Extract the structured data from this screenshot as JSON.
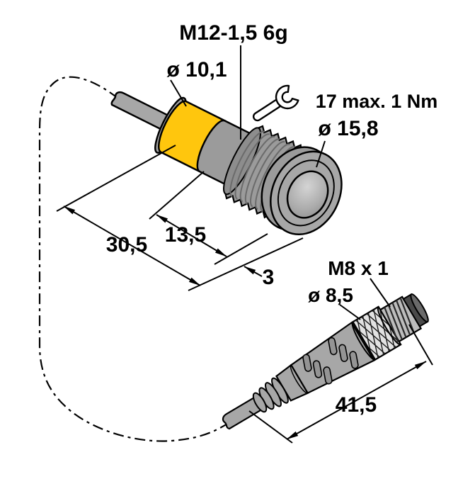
{
  "diagram": {
    "type": "technical-dimension-drawing",
    "description": "Flush-mount sensor with yellow M12 housing, knurled clamping nut, lens bezel, and M8 pigtail connector; dimensions in mm",
    "background_color": "#ffffff",
    "line_color": "#000000",
    "sensor": {
      "thread_label": "M12-1,5 6g",
      "housing_diameter_label": "ø 10,1",
      "torque_label": "17 max. 1 Nm",
      "bezel_diameter_label": "ø 15,8",
      "dim_housing_length": "30,5",
      "dim_nut_length": "13,5",
      "dim_bezel_thickness": "3",
      "housing_color": "#FFC60D",
      "metal_color": "#A7A7A7",
      "nut_color": "#9B9B9B"
    },
    "connector": {
      "thread_label": "M8 x 1",
      "body_diameter_label": "ø 8,5",
      "dim_length": "41,5",
      "body_color": "#A7A7A7",
      "knurl_color": "#E2E2E2",
      "tip_color": "#4A4A4A"
    },
    "icons": {
      "wrench": "open-end-wrench"
    }
  }
}
